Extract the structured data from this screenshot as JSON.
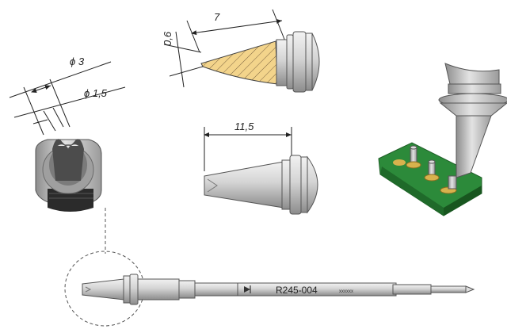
{
  "labels": {
    "phi3": "ϕ 3",
    "phi15": "ϕ 1,5",
    "thickness": "0,6",
    "length7": "7",
    "length115": "11,5",
    "part_number": "R245-004",
    "serial": "xxxxxx"
  },
  "colors": {
    "metal_light": "#e8e8e8",
    "metal_mid": "#bdbdbd",
    "metal_dark": "#6f6f6f",
    "hatch_fill": "#f3d48b",
    "pcb": "#2c8a3a",
    "pcb_dark": "#1f6a2a",
    "pad": "#d7b24d"
  }
}
